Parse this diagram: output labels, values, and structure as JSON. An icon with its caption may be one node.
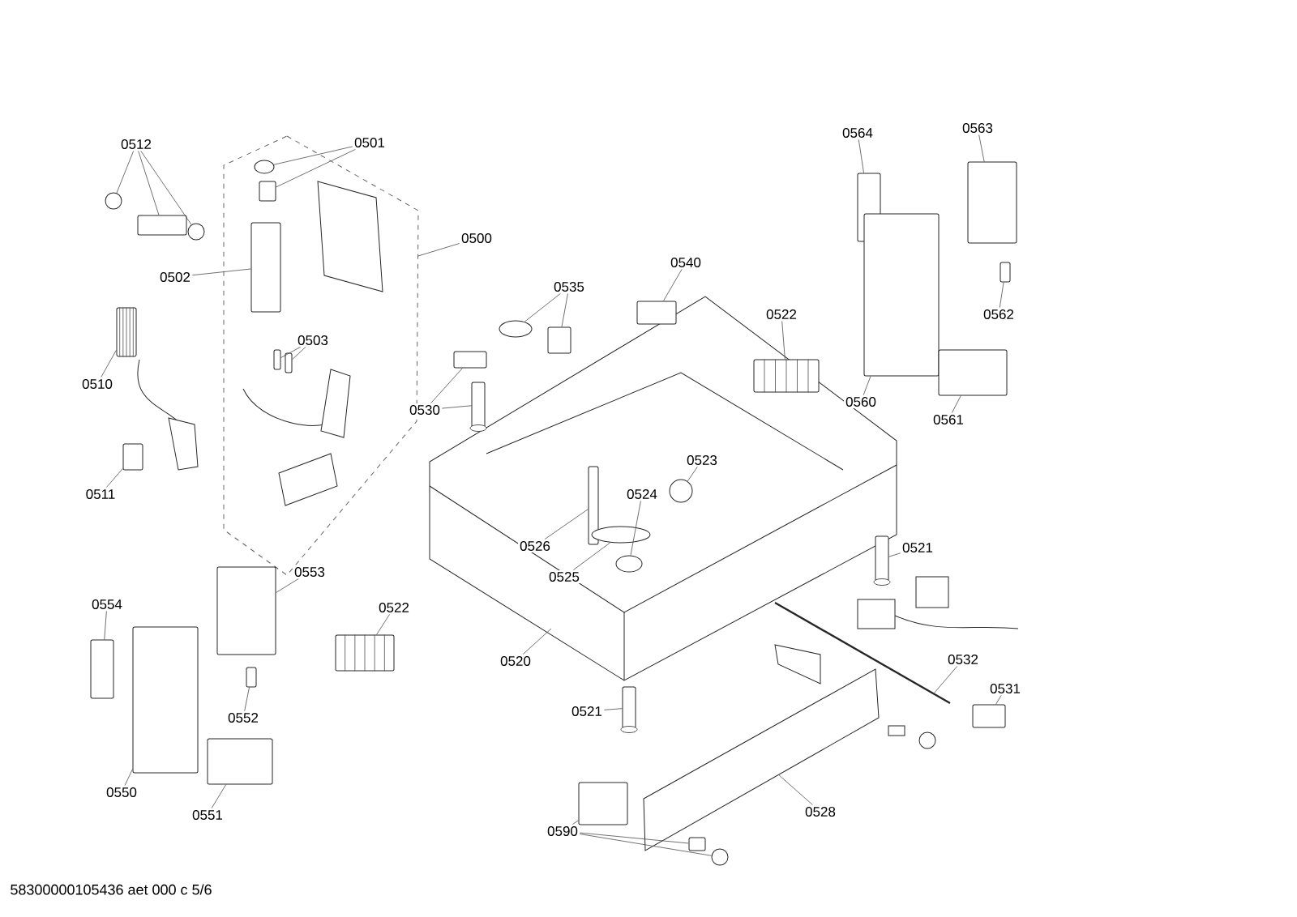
{
  "diagram": {
    "nodes": [
      {
        "text": [
          "0512"
        ]
      },
      {
        "text": [
          "0501"
        ]
      },
      {
        "text": [
          "0500"
        ]
      },
      {
        "text": [
          "0502"
        ]
      },
      {
        "text": [
          "0503"
        ],
        "in": 33
      },
      {
        "text": [
          "0510"
        ]
      },
      {
        "text": [
          "0511"
        ]
      },
      {
        "text": [
          "0535"
        ]
      },
      {
        "text": [
          "0540"
        ]
      },
      {
        "text": [
          "0522"
        ]
      },
      {
        "text": [
          "0530"
        ]
      },
      {
        "text": [
          "0564"
        ]
      },
      {
        "text": [
          "0563"
        ]
      },
      {
        "text": [
          "0562"
        ]
      },
      {
        "text": [
          "0560"
        ]
      },
      {
        "text": [
          "0561"
        ]
      },
      {
        "text": [
          "0523"
        ],
        "in": 59
      },
      {
        "text": [
          "0524"
        ],
        "in": 59
      },
      {
        "text": [
          "0526"
        ],
        "in": 59
      },
      {
        "text": [
          "0521"
        ]
      },
      {
        "text": [
          "0525"
        ],
        "in": 59
      },
      {
        "text": [
          "0553"
        ]
      },
      {
        "text": [
          "0554"
        ]
      },
      {
        "text": [
          "0522"
        ]
      },
      {
        "text": [
          "0520"
        ]
      },
      {
        "text": [
          "0532"
        ]
      },
      {
        "text": [
          "0531"
        ]
      },
      {
        "text": [
          "0552"
        ]
      },
      {
        "text": [
          "0521"
        ]
      },
      {
        "text": [
          "0550"
        ]
      },
      {
        "text": [
          "0528"
        ]
      },
      {
        "text": [
          "0551"
        ]
      },
      {
        "text": [
          "0590"
        ]
      },
      {
        "text": [],
        "shape": "box"
      },
      {
        "text": [],
        "shape": "circle"
      },
      {
        "text": [],
        "shape": "box"
      },
      {
        "text": [],
        "shape": "circle"
      },
      {
        "text": [],
        "shape": "circle",
        "in": 33
      },
      {
        "text": [],
        "shape": "box",
        "in": 33
      },
      {
        "text": [],
        "shape": "box",
        "in": 33
      },
      {
        "text": [],
        "shape": "box",
        "in": 33
      },
      {
        "text": [],
        "shape": "box",
        "in": 33
      },
      {
        "text": [],
        "shape": "box"
      },
      {
        "text": [],
        "shape": "box"
      },
      {
        "text": [],
        "shape": "circle"
      },
      {
        "text": [],
        "shape": "box"
      },
      {
        "text": [],
        "shape": "box"
      },
      {
        "text": [],
        "shape": "box",
        "in": 59
      },
      {
        "text": [],
        "shape": "box"
      },
      {
        "text": [],
        "shape": "box"
      },
      {
        "text": [],
        "shape": "box"
      },
      {
        "text": [],
        "shape": "box"
      },
      {
        "text": [],
        "shape": "box"
      },
      {
        "text": [],
        "shape": "box"
      },
      {
        "text": [],
        "shape": "box"
      },
      {
        "text": [],
        "shape": "circle",
        "in": 59
      },
      {
        "text": [],
        "shape": "circle",
        "in": 59
      },
      {
        "text": [],
        "shape": "box",
        "in": 59
      },
      {
        "text": [],
        "shape": "circle",
        "in": 59
      },
      {
        "text": [],
        "shape": "picture"
      },
      {
        "text": [],
        "shape": "box"
      },
      {
        "text": [],
        "shape": "box"
      },
      {
        "text": [],
        "shape": "box"
      },
      {
        "text": [],
        "shape": "box"
      },
      {
        "text": [],
        "shape": "picture"
      },
      {
        "text": [],
        "shape": "box"
      },
      {
        "text": [],
        "shape": "box"
      },
      {
        "text": [],
        "shape": "box"
      },
      {
        "text": [],
        "shape": "box"
      },
      {
        "text": [],
        "shape": "picture"
      },
      {
        "text": [],
        "shape": "box"
      },
      {
        "text": [],
        "shape": "box"
      },
      {
        "text": [],
        "shape": "box"
      },
      {
        "text": [],
        "shape": "circle"
      }
    ],
    "edges": [
      {
        "from": 0,
        "to": 34,
        "arrow": "none"
      },
      {
        "from": 0,
        "to": 35,
        "arrow": "none"
      },
      {
        "from": 0,
        "to": 36,
        "arrow": "none"
      },
      {
        "from": 1,
        "to": 37,
        "arrow": "none"
      },
      {
        "from": 1,
        "to": 38,
        "arrow": "none"
      },
      {
        "from": 2,
        "to": 33,
        "arrow": "none"
      },
      {
        "from": 3,
        "to": 39,
        "arrow": "none"
      },
      {
        "from": 4,
        "to": 40,
        "arrow": "none"
      },
      {
        "from": 4,
        "to": 41,
        "arrow": "none"
      },
      {
        "from": 5,
        "to": 42,
        "arrow": "none"
      },
      {
        "from": 6,
        "to": 43,
        "arrow": "none"
      },
      {
        "from": 7,
        "to": 44,
        "arrow": "none"
      },
      {
        "from": 7,
        "to": 45,
        "arrow": "none"
      },
      {
        "from": 8,
        "to": 46,
        "arrow": "none"
      },
      {
        "from": 9,
        "to": 47,
        "arrow": "none"
      },
      {
        "from": 10,
        "to": 48,
        "arrow": "none"
      },
      {
        "from": 10,
        "to": 49,
        "arrow": "none"
      },
      {
        "from": 11,
        "to": 50,
        "arrow": "none"
      },
      {
        "from": 12,
        "to": 51,
        "arrow": "none"
      },
      {
        "from": 13,
        "to": 52,
        "arrow": "none"
      },
      {
        "from": 14,
        "to": 53,
        "arrow": "none"
      },
      {
        "from": 15,
        "to": 54,
        "arrow": "none"
      },
      {
        "from": 16,
        "to": 55,
        "arrow": "none"
      },
      {
        "from": 17,
        "to": 56,
        "arrow": "none"
      },
      {
        "from": 18,
        "to": 57,
        "arrow": "none"
      },
      {
        "from": 19,
        "to": 60,
        "arrow": "none"
      },
      {
        "from": 20,
        "to": 58,
        "arrow": "none"
      },
      {
        "from": 21,
        "to": 61,
        "arrow": "none"
      },
      {
        "from": 22,
        "to": 62,
        "arrow": "none"
      },
      {
        "from": 23,
        "to": 63,
        "arrow": "none"
      },
      {
        "from": 24,
        "to": 59,
        "arrow": "none"
      },
      {
        "from": 25,
        "to": 64,
        "arrow": "none"
      },
      {
        "from": 26,
        "to": 65,
        "arrow": "none"
      },
      {
        "from": 27,
        "to": 66,
        "arrow": "none"
      },
      {
        "from": 28,
        "to": 67,
        "arrow": "none"
      },
      {
        "from": 29,
        "to": 68,
        "arrow": "none"
      },
      {
        "from": 30,
        "to": 69,
        "arrow": "none"
      },
      {
        "from": 31,
        "to": 70,
        "arrow": "none"
      },
      {
        "from": 32,
        "to": 71,
        "arrow": "none"
      },
      {
        "from": 32,
        "to": 72,
        "arrow": "none"
      },
      {
        "from": 32,
        "to": 73,
        "arrow": "none"
      }
    ],
    "labels": [
      "58300000105436 aet 000 c 5/6"
    ]
  }
}
